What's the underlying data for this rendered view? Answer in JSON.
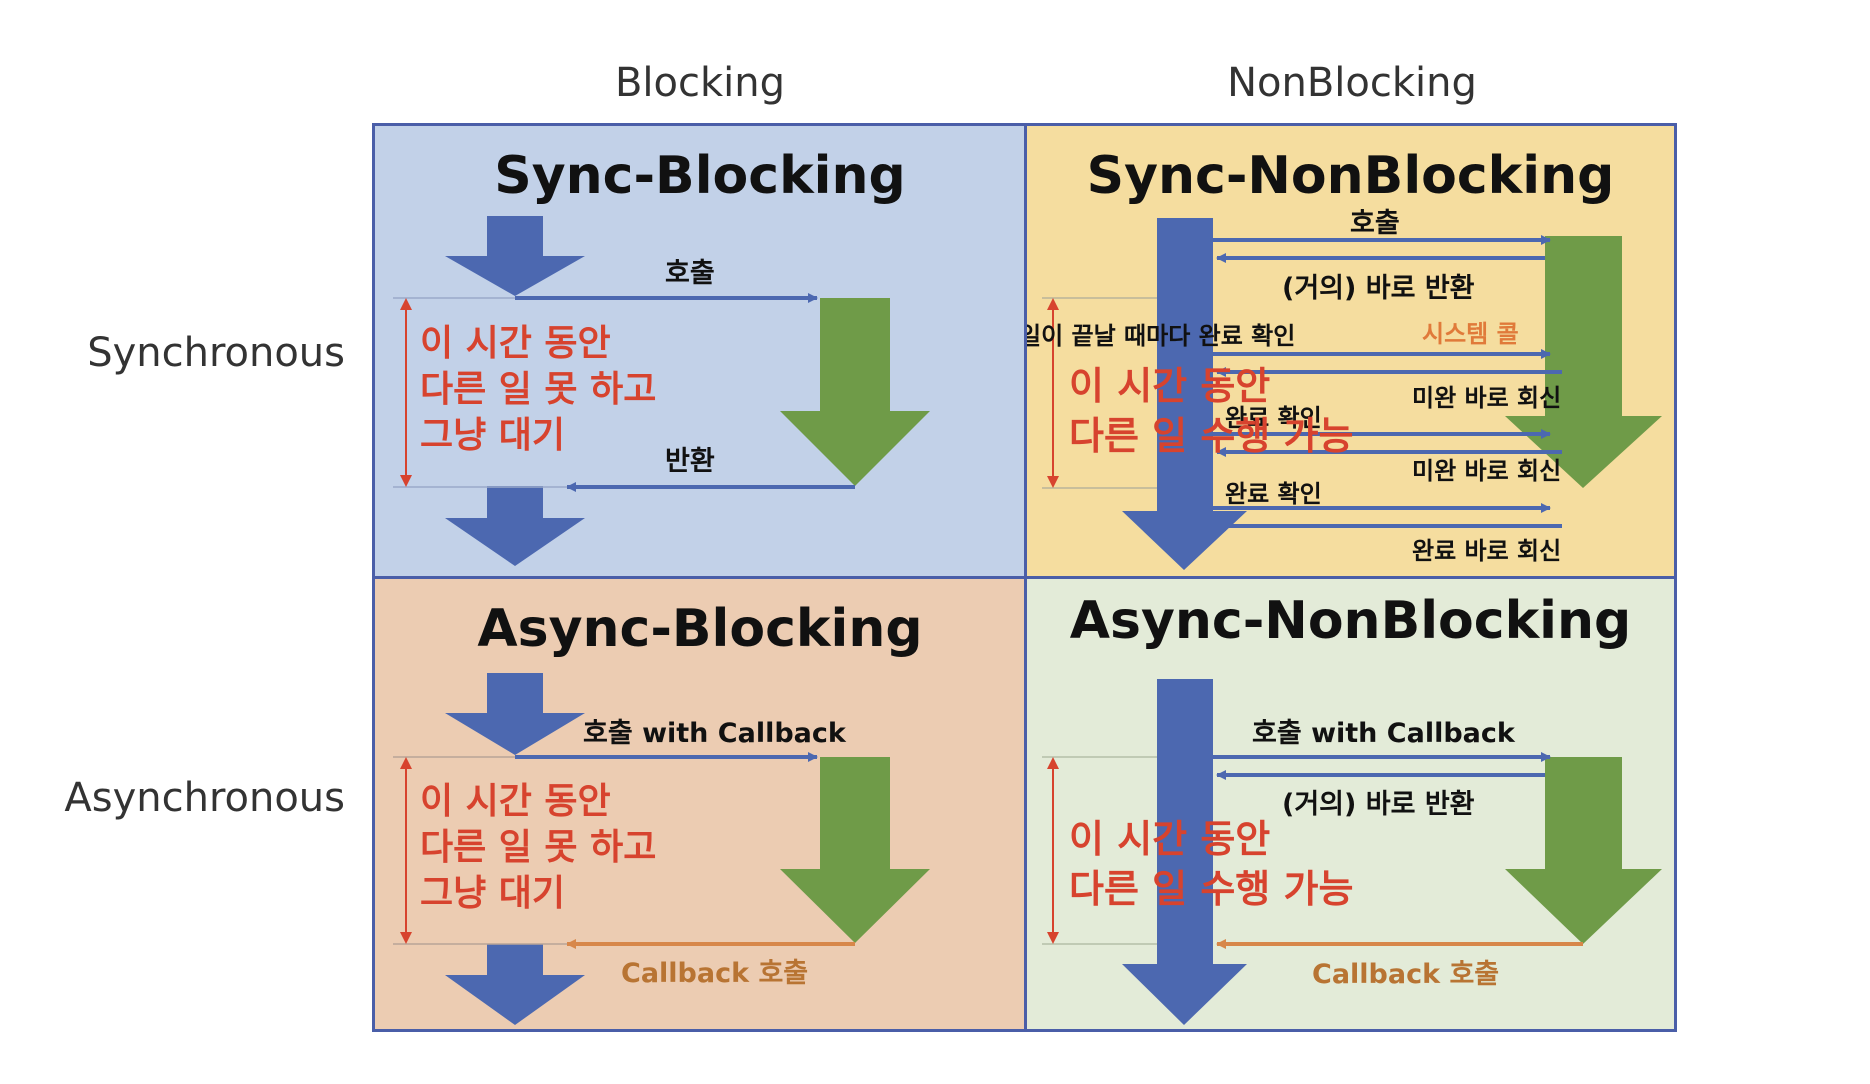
{
  "columns": {
    "blocking": "Blocking",
    "nonblocking": "NonBlocking"
  },
  "rows": {
    "synchronous": "Synchronous",
    "asynchronous": "Asynchronous"
  },
  "colors": {
    "sync_blocking_bg": "#c2d1e8",
    "sync_nonblocking_bg": "#f5dd9f",
    "async_blocking_bg": "#ecccb2",
    "async_nonblocking_bg": "#e3ebd8",
    "border": "#4a5ea8",
    "caller_arrow": "#4c68b0",
    "callee_arrow": "#6f9b48",
    "emphasis_text": "#d7432e",
    "callback_line": "#d7874a"
  },
  "quadrants": {
    "sync_blocking": {
      "title": "Sync-Blocking",
      "call": "호출",
      "return": "반환",
      "wait_text": [
        "이 시간 동안",
        "다른 일 못 하고",
        "그냥 대기"
      ]
    },
    "sync_nonblocking": {
      "title": "Sync-NonBlocking",
      "call": "호출",
      "immediate_return": "(거의) 바로 반환",
      "check_each_time": "일이 끝날 때마다 완료 확인",
      "system_call": "시스템 콜",
      "check": "완료 확인",
      "incomplete_reply": "미완 바로 회신",
      "complete_reply": "완료 바로 회신",
      "free_text": [
        "이 시간 동안",
        "다른 일 수행 가능"
      ]
    },
    "async_blocking": {
      "title": "Async-Blocking",
      "call": "호출 with Callback",
      "callback": "Callback 호출",
      "wait_text": [
        "이 시간 동안",
        "다른 일 못 하고",
        "그냥 대기"
      ]
    },
    "async_nonblocking": {
      "title": "Async-NonBlocking",
      "call": "호출 with Callback",
      "immediate_return": "(거의) 바로 반환",
      "callback": "Callback 호출",
      "free_text": [
        "이 시간 동안",
        "다른 일 수행 가능"
      ]
    }
  }
}
